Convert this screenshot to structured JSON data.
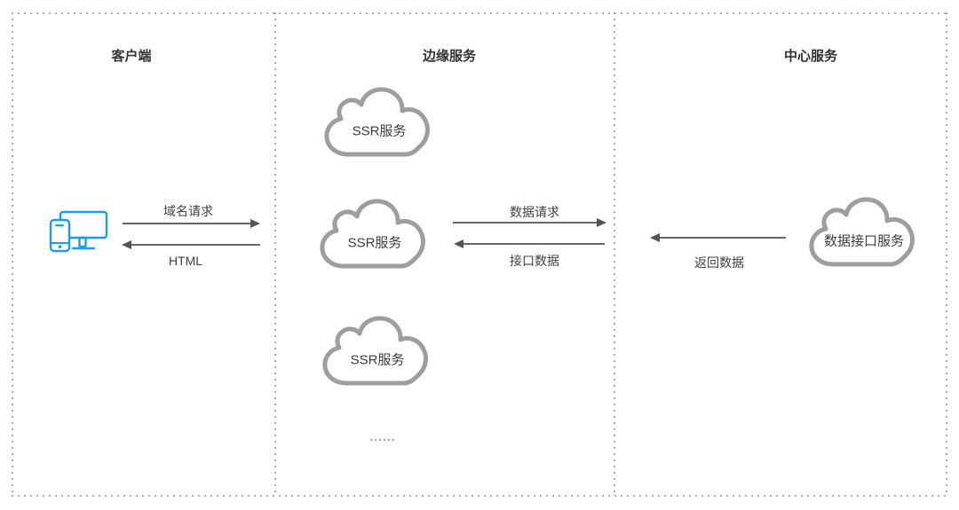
{
  "columns": [
    {
      "title": "客户端"
    },
    {
      "title": "边缘服务"
    },
    {
      "title": "中心服务"
    }
  ],
  "client": {
    "device_icon": "smartphone-and-monitor-icon"
  },
  "edge_services": {
    "clouds": [
      {
        "label": "SSR服务"
      },
      {
        "label": "SSR服务"
      },
      {
        "label": "SSR服务"
      }
    ],
    "more_indicator": "......"
  },
  "central_service": {
    "cloud_label": "数据接口服务"
  },
  "flows": [
    {
      "label": "域名请求",
      "direction": "right"
    },
    {
      "label": "HTML",
      "direction": "left"
    },
    {
      "label": "数据请求",
      "direction": "right"
    },
    {
      "label": "接口数据",
      "direction": "left"
    },
    {
      "label": "返回数据",
      "direction": "left"
    }
  ],
  "colors": {
    "device_icon_blue": "#1E9BEC",
    "cloud_outline_gray": "#9E9E9E",
    "arrow_gray": "#5E5E5E",
    "border_dot_gray": "#ABABAB"
  }
}
